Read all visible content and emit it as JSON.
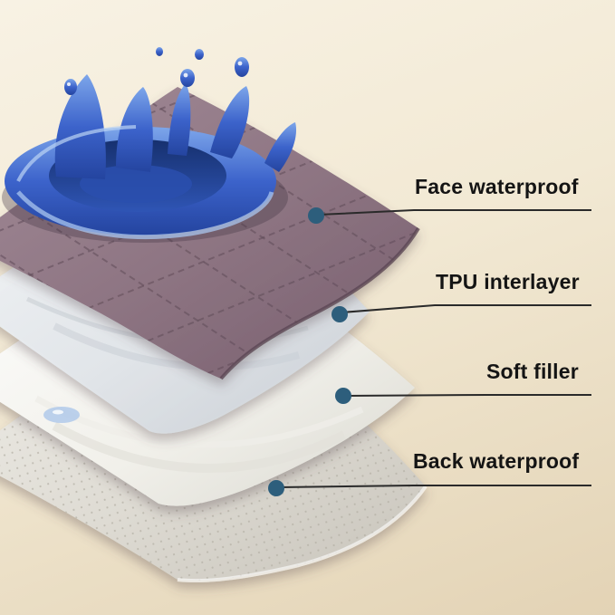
{
  "diagram": {
    "title": "waterproof-pad-layer-diagram",
    "labels": [
      {
        "text": "Face waterproof"
      },
      {
        "text": "TPU interlayer"
      },
      {
        "text": "Soft filler"
      },
      {
        "text": "Back waterproof"
      }
    ],
    "icons": [
      {
        "name": "callout-dot",
        "shape": "filled-circle"
      }
    ],
    "colors": {
      "background_top": "#f8f2e4",
      "background_bottom": "#e3d3b5",
      "callout_dot": "#2d5e7c",
      "callout_line": "#2a2a2a",
      "text": "#141414",
      "face_layer": "#8d7482",
      "tpu_layer": "#e8ebee",
      "soft_filler": "#f7f6f2",
      "back_layer": "#dcd9d1",
      "water_dark": "#1b3a8c",
      "water_mid": "#2b52b8",
      "water_light": "#9fc0ee"
    }
  }
}
